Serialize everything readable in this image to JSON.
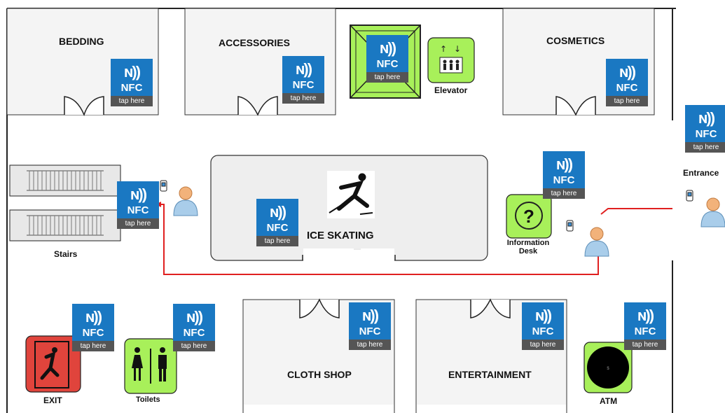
{
  "rooms": {
    "bedding": "BEDDING",
    "accessories": "ACCESSORIES",
    "cosmetics": "COSMETICS",
    "cloth_shop": "CLOTH SHOP",
    "entertainment": "ENTERTAINMENT",
    "ice_skating": "ICE SKATING"
  },
  "facilities": {
    "elevator": "Elevator",
    "stairs": "Stairs",
    "information_desk_line1": "Information",
    "information_desk_line2": "Desk",
    "entrance": "Entrance",
    "exit": "EXIT",
    "toilets": "Toilets",
    "atm": "ATM",
    "atm_symbol": "$",
    "info_symbol": "?"
  },
  "nfc_tag": {
    "symbol": "ɴ))",
    "word": "NFC",
    "tap": "tap here"
  },
  "colors": {
    "nfc_blue": "#1a78c2",
    "tap_gray": "#555555",
    "facility_green": "#a8f05a",
    "exit_red": "#e0443c",
    "route_red": "#e02020"
  }
}
